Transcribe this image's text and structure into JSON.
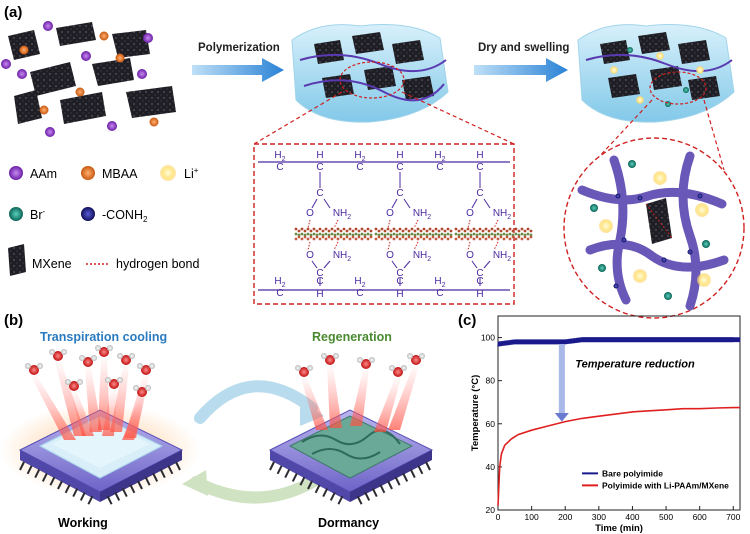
{
  "panel_a": {
    "label": "(a)",
    "step1": "Polymerization",
    "step2": "Dry and swelling",
    "legend": {
      "aam": "AAm",
      "mbaa": "MBAA",
      "li": "Li",
      "li_sup": "+",
      "br": "Br",
      "br_sup": "-",
      "conh2": "-CONH",
      "conh2_sub": "2",
      "mxene": "MXene",
      "hbond": "hydrogen bond"
    },
    "chem": {
      "h2": "H",
      "h2_sub": "2",
      "c": "C",
      "h": "H",
      "o": "O",
      "nh2": "NH",
      "nh2_sub": "2"
    }
  },
  "panel_b": {
    "label": "(b)",
    "left_title": "Transpiration cooling",
    "right_title": "Regeneration",
    "left_caption": "Working",
    "right_caption": "Dormancy"
  },
  "panel_c": {
    "label": "(c)",
    "annotation": "Temperature reduction"
  },
  "colors": {
    "purple": "#8a35c9",
    "orange": "#e0782c",
    "teal": "#1a8a78",
    "navy": "#1a1a8c",
    "red_series": "#e02020",
    "blue_series": "#1a1a8c",
    "chem_text": "#4a2aa0",
    "dashed_red": "#d02020",
    "arrow_blue": "#3a8ad8",
    "title_blue": "#2a7ac0",
    "title_green": "#4a8a30"
  },
  "chart_data": {
    "type": "line",
    "xlabel": "Time (min)",
    "ylabel": "Temperature (°C)",
    "xlim": [
      0,
      720
    ],
    "ylim": [
      20,
      110
    ],
    "xticks": [
      0,
      100,
      200,
      300,
      400,
      500,
      600,
      700
    ],
    "yticks": [
      20,
      40,
      60,
      80,
      100
    ],
    "legend_position": "bottom-right",
    "series": [
      {
        "name": "Bare polyimide",
        "color": "#1a1a8c",
        "x": [
          0,
          50,
          100,
          150,
          200,
          250,
          300,
          350,
          400,
          450,
          500,
          550,
          600,
          650,
          700,
          720
        ],
        "y": [
          97,
          98,
          98,
          98,
          98,
          99,
          99,
          99,
          99,
          99,
          99,
          99,
          99,
          99,
          99,
          99
        ]
      },
      {
        "name": "Polyimide with Li-PAAm/MXene",
        "color": "#e02020",
        "x": [
          0,
          5,
          10,
          20,
          40,
          60,
          100,
          150,
          200,
          250,
          300,
          350,
          400,
          450,
          500,
          550,
          600,
          650,
          700,
          720
        ],
        "y": [
          22,
          40,
          46,
          50,
          53,
          55,
          57,
          59,
          61,
          62.5,
          63.5,
          64.5,
          65.5,
          66,
          66.5,
          67,
          67,
          67.3,
          67.5,
          67.5
        ]
      }
    ]
  }
}
